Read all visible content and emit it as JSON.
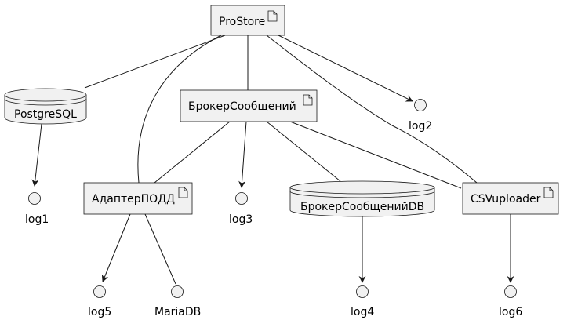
{
  "diagram": {
    "nodes": {
      "prostore": {
        "label": "ProStore",
        "kind": "artifact"
      },
      "broker": {
        "label": "БрокерСообщений",
        "kind": "artifact"
      },
      "adapter": {
        "label": "АдаптерПОДД",
        "kind": "artifact"
      },
      "csv": {
        "label": "CSVuploader",
        "kind": "artifact"
      },
      "postgres": {
        "label": "PostgreSQL",
        "kind": "database"
      },
      "brokerdb": {
        "label": "БрокерСообщенийDB",
        "kind": "database"
      },
      "log1": {
        "label": "log1",
        "kind": "interface"
      },
      "log2": {
        "label": "log2",
        "kind": "interface"
      },
      "log3": {
        "label": "log3",
        "kind": "interface"
      },
      "log4": {
        "label": "log4",
        "kind": "interface"
      },
      "log5": {
        "label": "log5",
        "kind": "interface"
      },
      "log6": {
        "label": "log6",
        "kind": "interface"
      },
      "mariadb": {
        "label": "MariaDB",
        "kind": "interface"
      }
    },
    "edges": [
      {
        "from": "prostore",
        "to": "postgres",
        "arrow": false
      },
      {
        "from": "prostore",
        "to": "adapter",
        "arrow": false
      },
      {
        "from": "prostore",
        "to": "broker",
        "arrow": false
      },
      {
        "from": "prostore",
        "to": "csv",
        "arrow": false
      },
      {
        "from": "prostore",
        "to": "log2",
        "arrow": true
      },
      {
        "from": "postgres",
        "to": "log1",
        "arrow": true
      },
      {
        "from": "broker",
        "to": "adapter",
        "arrow": false
      },
      {
        "from": "broker",
        "to": "log3",
        "arrow": true
      },
      {
        "from": "broker",
        "to": "brokerdb",
        "arrow": false
      },
      {
        "from": "broker",
        "to": "csv",
        "arrow": false
      },
      {
        "from": "adapter",
        "to": "log5",
        "arrow": true
      },
      {
        "from": "adapter",
        "to": "mariadb",
        "arrow": false
      },
      {
        "from": "brokerdb",
        "to": "log4",
        "arrow": true
      },
      {
        "from": "csv",
        "to": "log6",
        "arrow": true
      }
    ]
  }
}
